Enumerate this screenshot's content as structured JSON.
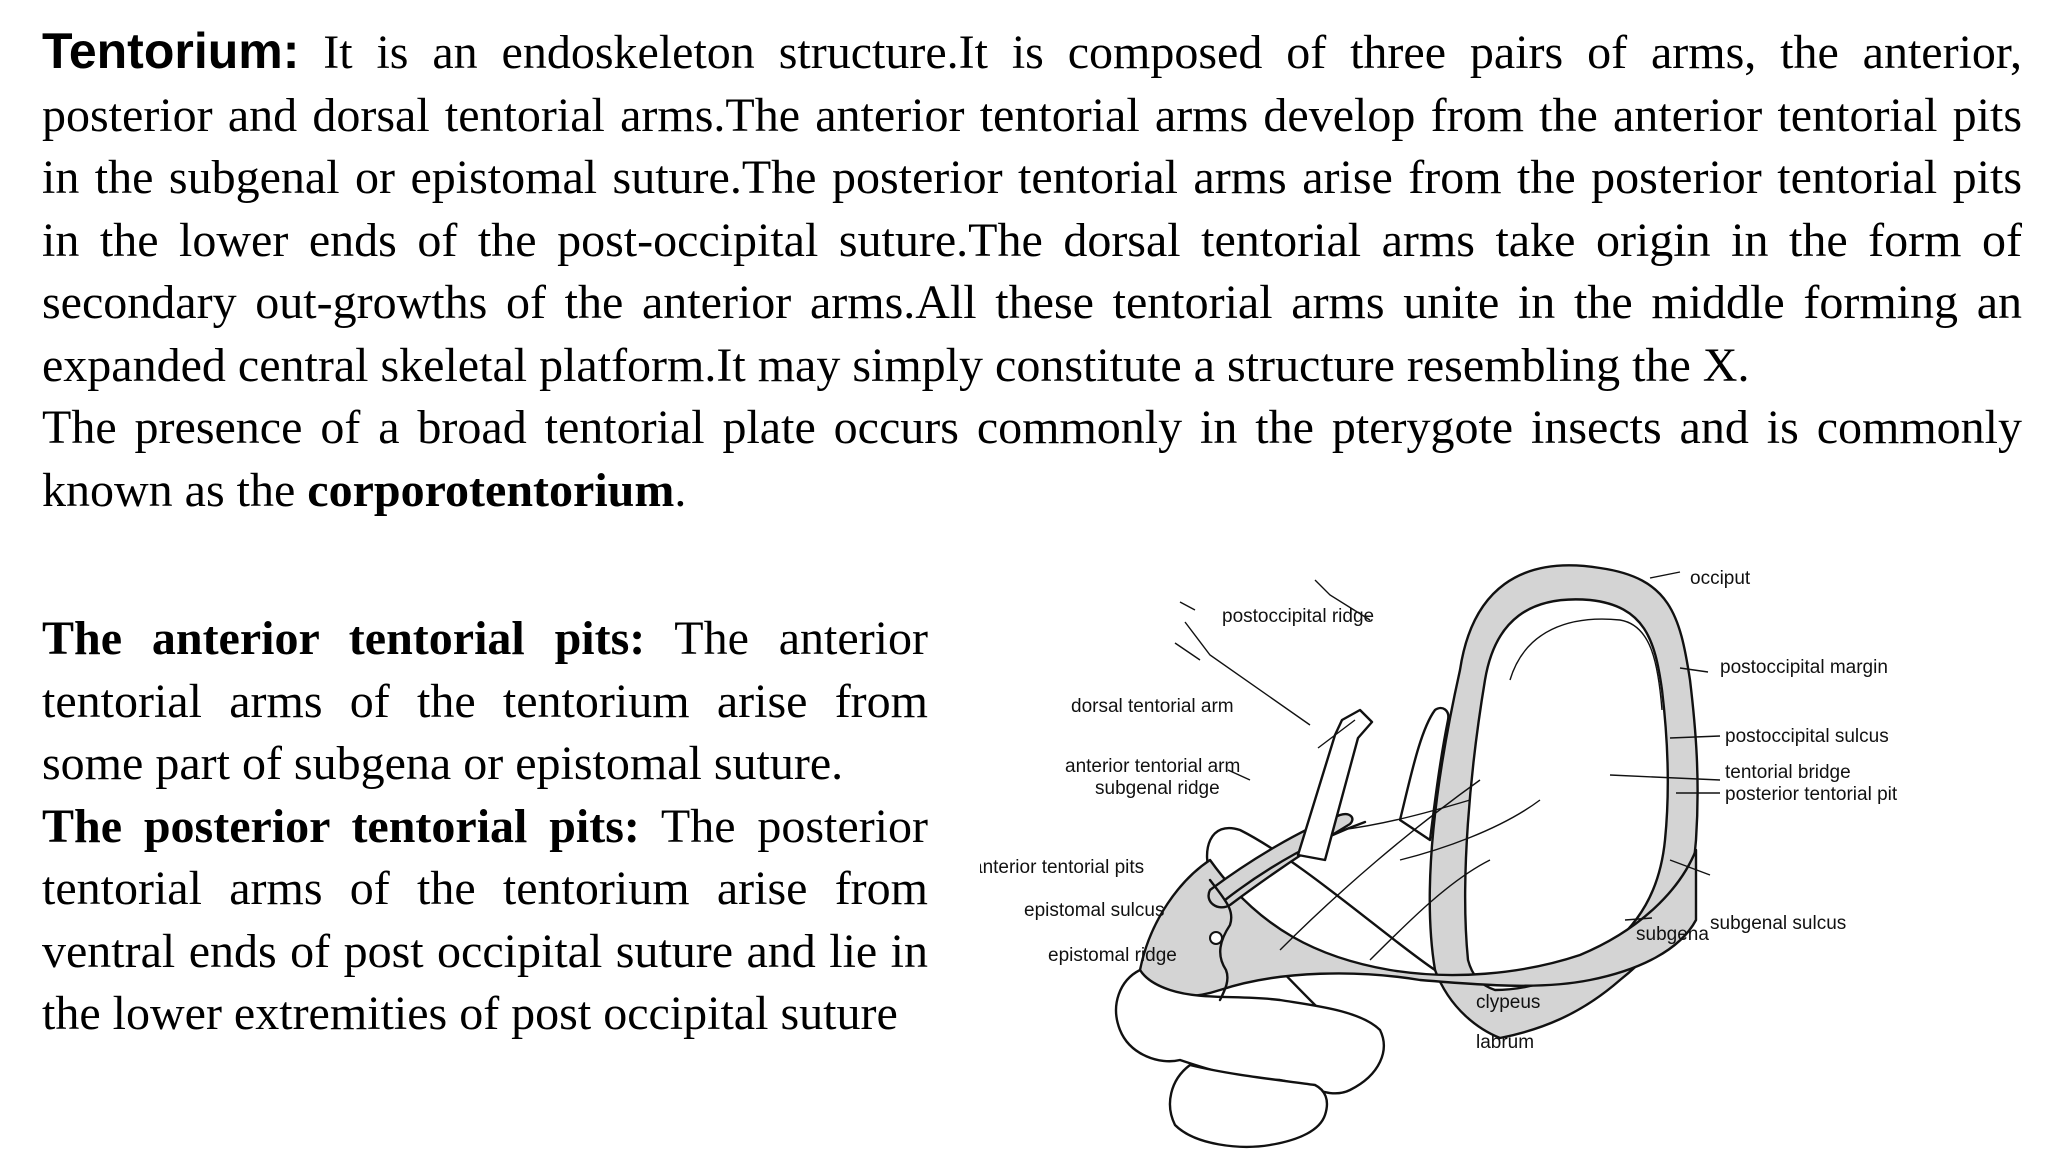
{
  "intro": {
    "term": "Tentorium:",
    "text": " It is an endoskeleton structure.It is composed of three pairs of arms, the anterior, posterior and dorsal tentorial arms.The anterior tentorial arms develop from the anterior tentorial pits in the subgenal or epistomal suture.The posterior tentorial arms arise from the posterior tentorial pits in the lower ends of the post-occipital suture.The dorsal tentorial arms take origin in the form of secondary out-growths of the anterior arms.All these tentorial arms unite in the middle forming an expanded central skeletal platform.It may simply constitute a structure resembling the X.",
    "para2_text": "The presence of a broad tentorial plate occurs commonly in the pterygote insects and is commonly known as the ",
    "para2_term": "corporotentorium",
    "para2_end": "."
  },
  "pits": {
    "anterior_heading": "The anterior tentorial pits:",
    "anterior_text": " The anterior tentorial arms of the tentorium arise from some part of subgena or epistomal suture.",
    "posterior_heading": "The posterior tentorial pits:",
    "posterior_text": " The posterior tentorial arms of the tentorium arise from ventral ends of post occipital suture and lie in the lower extremities of post occipital suture"
  },
  "figure": {
    "labels": {
      "occiput": "occiput",
      "postoccipital_ridge": "postoccipital ridge",
      "postoccipital_margin": "postoccipital margin",
      "dorsal_tentorial_arm": "dorsal tentorial arm",
      "postoccipital_sulcus": "postoccipital sulcus",
      "anterior_tentorial_arm": "anterior tentorial arm",
      "tentorial_bridge": "tentorial bridge",
      "subgenal_ridge": "subgenal ridge",
      "posterior_tentorial_pit": "posterior tentorial pit",
      "anterior_tentorial_pits": "anterior tentorial pits",
      "subgenal_sulcus": "subgenal sulcus",
      "epistomal_sulcus": "epistomal sulcus",
      "subgena": "subgena",
      "epistomal_ridge": "epistomal ridge",
      "clypeus": "clypeus",
      "labrum": "labrum"
    }
  }
}
